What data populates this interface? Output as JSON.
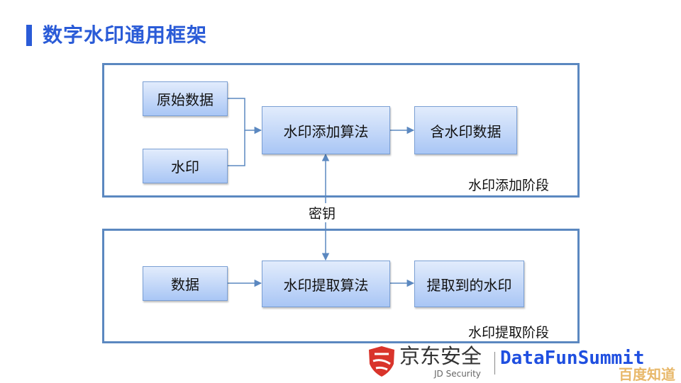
{
  "title": "数字水印通用框架",
  "embed_stage": {
    "label": "水印添加阶段",
    "inputs": [
      "原始数据",
      "水印"
    ],
    "algorithm": "水印添加算法",
    "output": "含水印数据"
  },
  "key": "密钥",
  "extract_stage": {
    "label": "水印提取阶段",
    "input": "数据",
    "algorithm": "水印提取算法",
    "output": "提取到的水印"
  },
  "footer": {
    "jd_logo": "京东安全",
    "jd_sub": "JD Security",
    "datafun": "DataFunSummit",
    "watermark": "百度知道"
  },
  "colors": {
    "accent": "#2a5bd7",
    "frame": "#5b88c0",
    "line": "#5b88c0"
  }
}
